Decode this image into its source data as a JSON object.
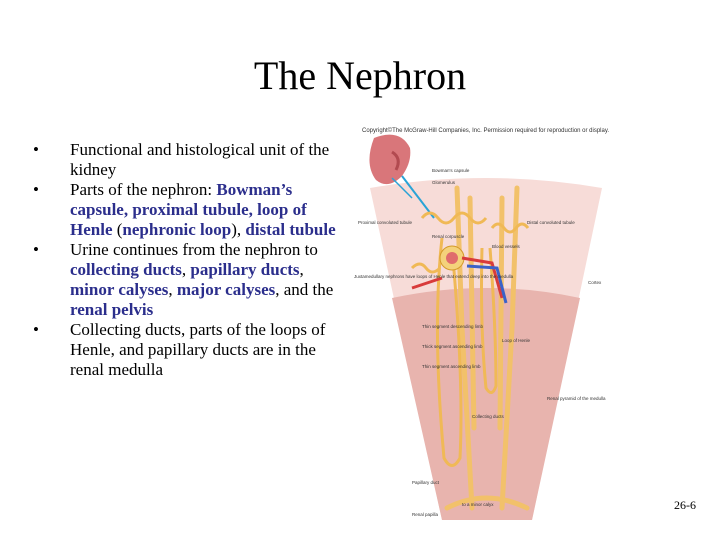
{
  "slide": {
    "title": "The Nephron",
    "slide_number": "26-6"
  },
  "bullets": [
    {
      "segments": [
        {
          "text": "Functional and histological unit of the kidney",
          "hl": false
        }
      ]
    },
    {
      "segments": [
        {
          "text": "Parts of the nephron: ",
          "hl": false
        },
        {
          "text": "Bowman’s capsule, proximal tubule, loop of Henle",
          "hl": true
        },
        {
          "text": " (",
          "hl": false
        },
        {
          "text": "nephronic loop",
          "hl": true
        },
        {
          "text": "), ",
          "hl": false
        },
        {
          "text": "distal tubule",
          "hl": true
        }
      ]
    },
    {
      "segments": [
        {
          "text": "Urine continues from the nephron to ",
          "hl": false
        },
        {
          "text": "collecting ducts",
          "hl": true
        },
        {
          "text": ", ",
          "hl": false
        },
        {
          "text": "papillary ducts",
          "hl": true
        },
        {
          "text": ", ",
          "hl": false
        },
        {
          "text": "minor calyses",
          "hl": true
        },
        {
          "text": ", ",
          "hl": false
        },
        {
          "text": "major calyses",
          "hl": true
        },
        {
          "text": ", and  the ",
          "hl": false
        },
        {
          "text": "renal pelvis",
          "hl": true
        }
      ]
    },
    {
      "segments": [
        {
          "text": "Collecting ducts, parts of the loops of Henle, and papillary ducts are in the renal medulla",
          "hl": false
        }
      ]
    }
  ],
  "figure": {
    "copyright": "Copyright©The McGraw-Hill Companies, Inc. Permission required for reproduction or display.",
    "labels": {
      "bowmans": "Bowman's capsule",
      "glomerulus": "Glomerulus",
      "renal_corpuscle": "Renal corpuscle",
      "proximal_tubule": "Proximal convoluted tubule",
      "distal_tubule": "Distal convoluted tubule",
      "blood_vessels": "Blood vessels",
      "cortex": "Cortex",
      "juxtamedullary": "Juxtamedullary nephrons have loops of Henle that extend deep into the medulla",
      "thin_descending": "Thin segment descending limb",
      "thick_ascending": "Thick segment ascending limb",
      "thin_ascending": "Thin segment ascending limb",
      "loop_of_henle": "Loop of Henle",
      "collecting_duct": "Collecting ducts",
      "renal_pyramid": "Renal pyramid of the medulla",
      "papillary_duct": "Papillary duct",
      "renal_papilla": "Renal papilla",
      "minor_calyx": "to a minor calyx"
    }
  }
}
